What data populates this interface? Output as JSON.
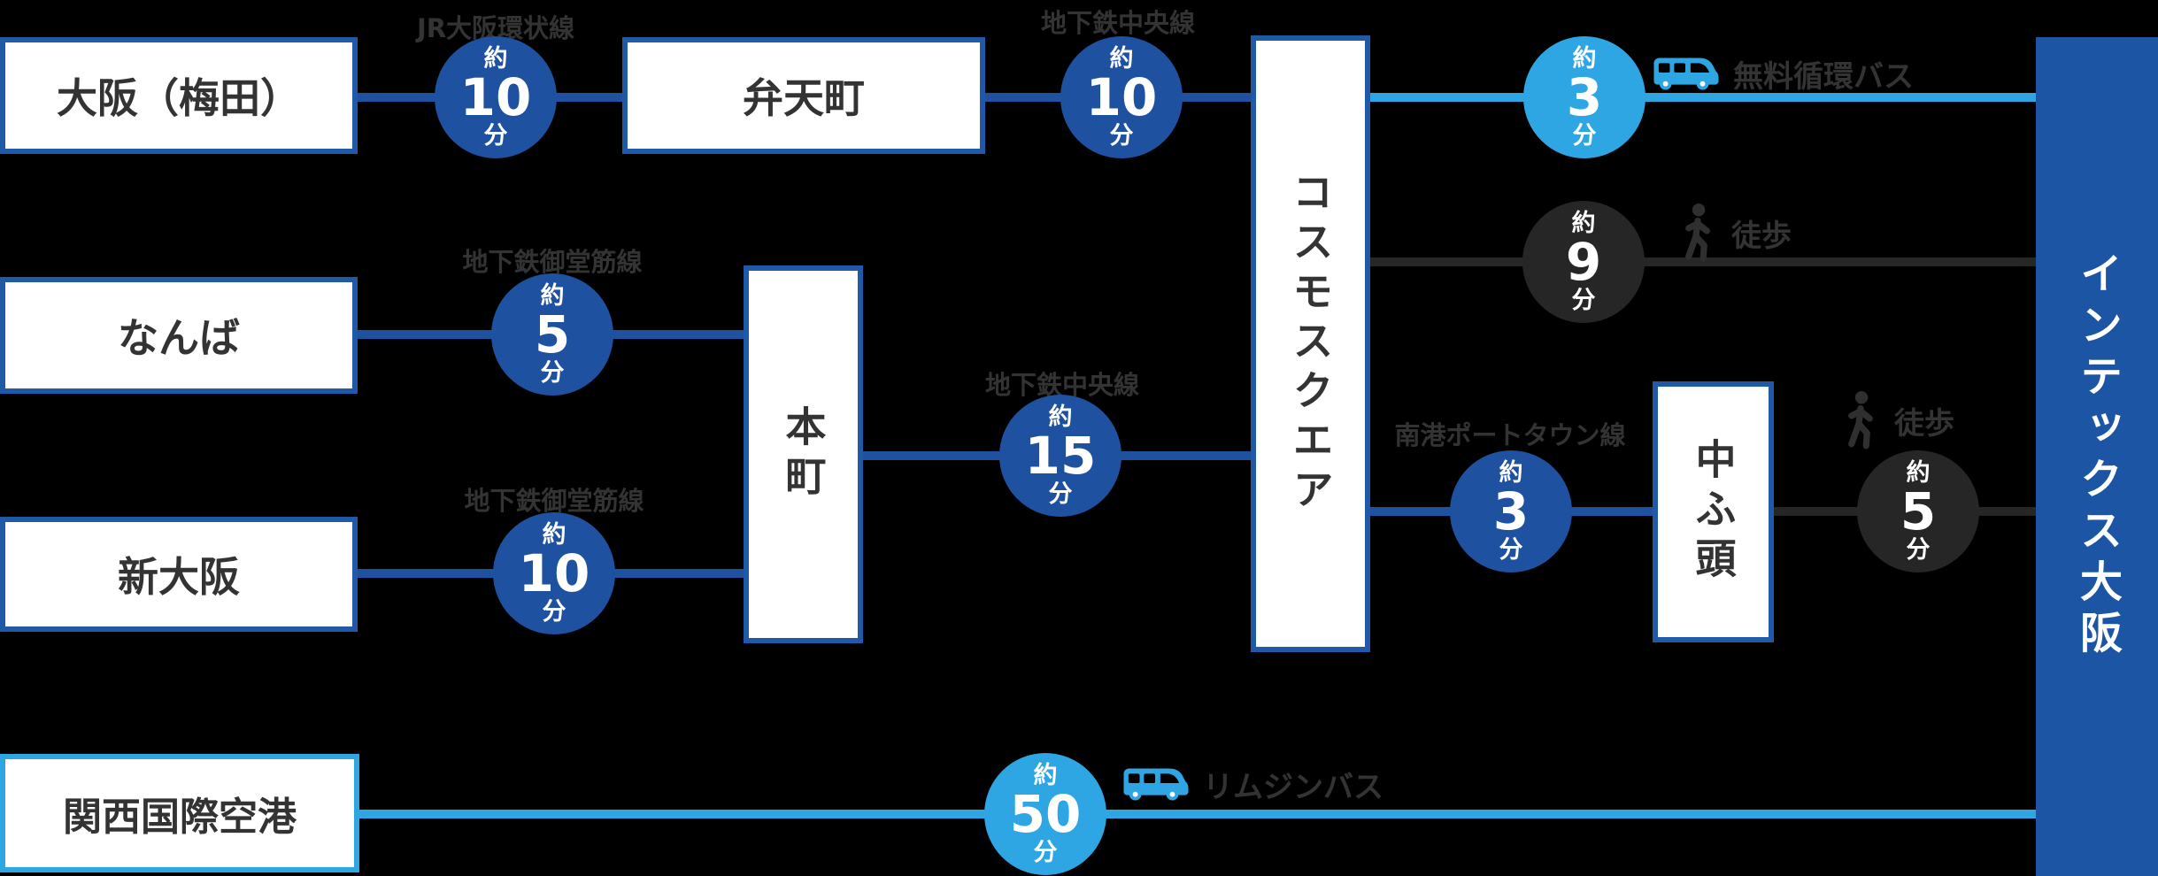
{
  "diagram": {
    "colors": {
      "background": "#000000",
      "primary_blue": "#1e51a0",
      "box_border_blue": "#2159a9",
      "light_blue": "#2fa6e4",
      "walk_dark": "#262626",
      "label_gray": "#333333",
      "destination_bg": "#1d55a5"
    },
    "stations": {
      "osaka_umeda": {
        "label": "大阪（梅田）"
      },
      "bentencho": {
        "label": "弁天町"
      },
      "namba": {
        "label": "なんば"
      },
      "shin_osaka": {
        "label": "新大阪"
      },
      "honmachi": {
        "label": "本町"
      },
      "cosmosquare": {
        "label": "コスモスクエア"
      },
      "nakafuto": {
        "label": "中ふ頭"
      },
      "kansai_airport": {
        "label": "関西国際空港"
      },
      "intex_osaka": {
        "label": "インテックス大阪"
      }
    },
    "segments": {
      "jr_loop": {
        "line_name": "JR大阪環状線",
        "approx": "約",
        "minutes": "10",
        "unit": "分"
      },
      "chuo_line_top": {
        "line_name": "地下鉄中央線",
        "approx": "約",
        "minutes": "10",
        "unit": "分"
      },
      "free_shuttle_bus": {
        "mode": "無料循環バス",
        "approx": "約",
        "minutes": "3",
        "unit": "分"
      },
      "walk_from_cosmosquare": {
        "mode": "徒歩",
        "approx": "約",
        "minutes": "9",
        "unit": "分"
      },
      "midosuji_from_namba": {
        "line_name": "地下鉄御堂筋線",
        "approx": "約",
        "minutes": "5",
        "unit": "分"
      },
      "chuo_line_honmachi": {
        "line_name": "地下鉄中央線",
        "approx": "約",
        "minutes": "15",
        "unit": "分"
      },
      "nanko_port_town": {
        "line_name": "南港ポートタウン線",
        "approx": "約",
        "minutes": "3",
        "unit": "分"
      },
      "walk_from_nakafuto": {
        "mode": "徒歩",
        "approx": "約",
        "minutes": "5",
        "unit": "分"
      },
      "midosuji_from_shin_osaka": {
        "line_name": "地下鉄御堂筋線",
        "approx": "約",
        "minutes": "10",
        "unit": "分"
      },
      "limousine_bus": {
        "mode": "リムジンバス",
        "approx": "約",
        "minutes": "50",
        "unit": "分"
      }
    }
  }
}
